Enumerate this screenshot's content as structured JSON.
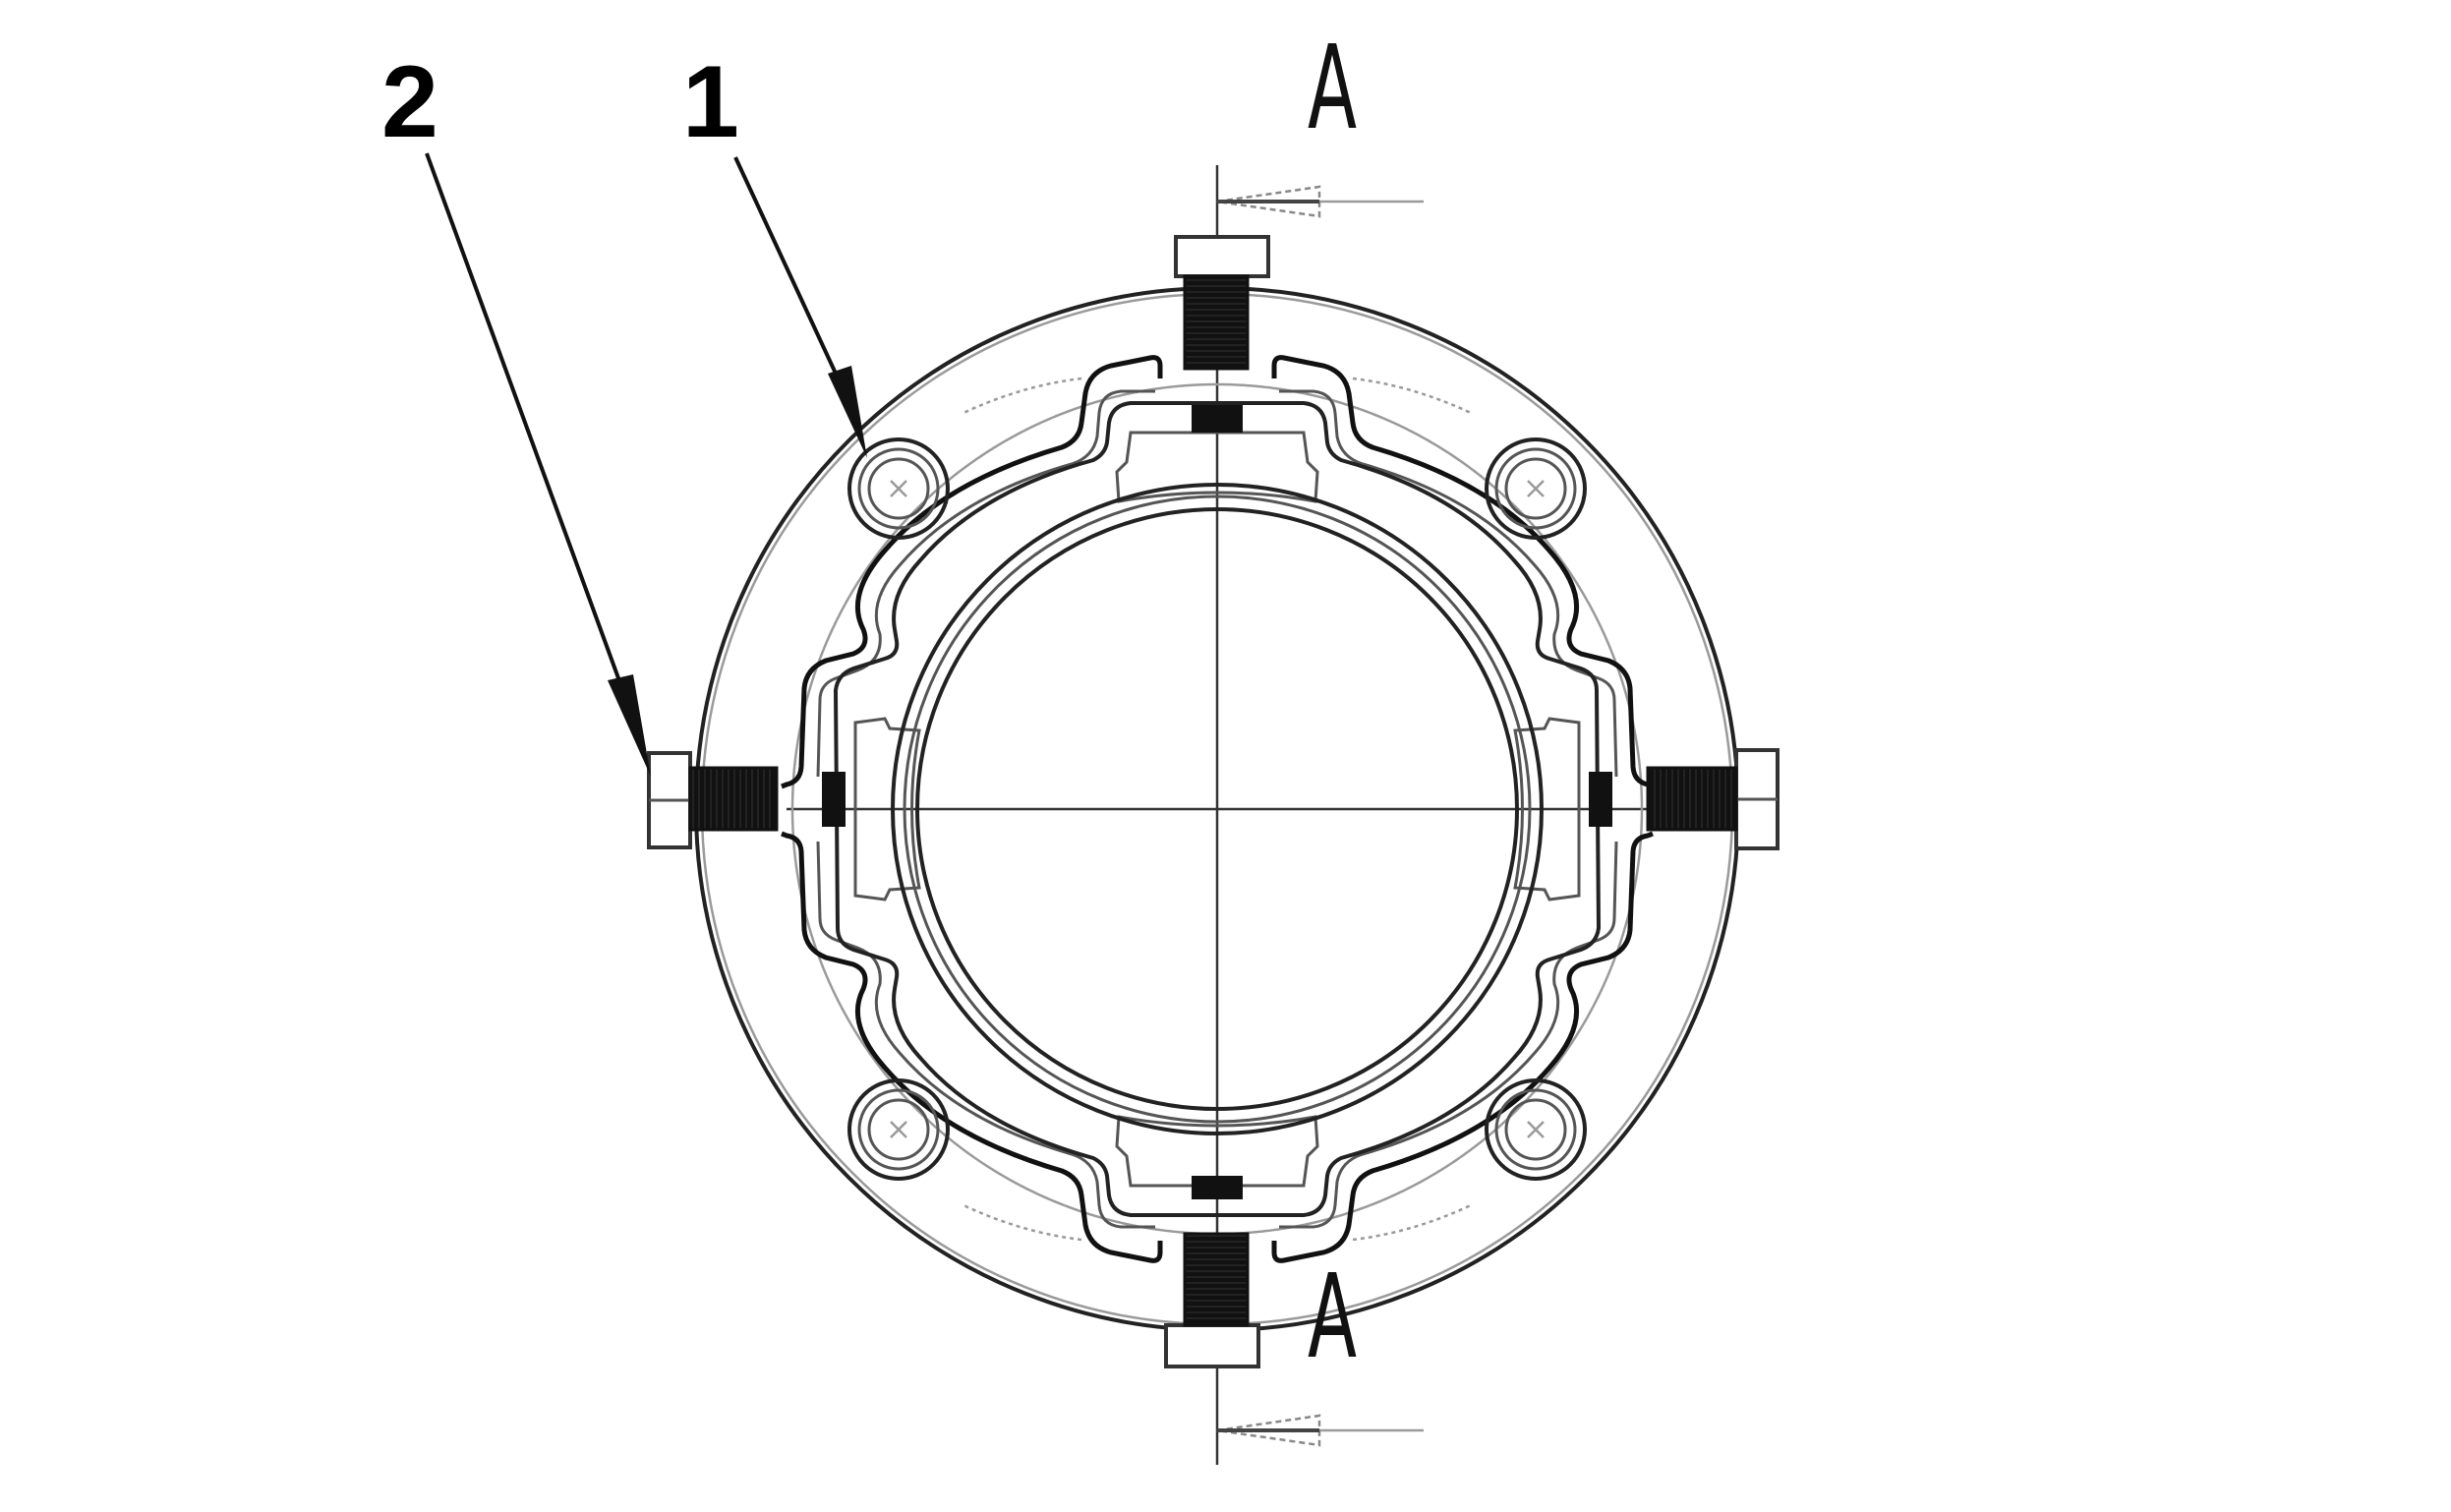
{
  "drawing": {
    "title": "Flange assembly front view with section marker",
    "callouts": [
      {
        "id": "1",
        "label": "1",
        "target": "flange bolt hole"
      },
      {
        "id": "2",
        "label": "2",
        "target": "radial set screw"
      }
    ],
    "section_marker": {
      "top_label": "A",
      "bottom_label": "A"
    },
    "colors": {
      "line": "#222222",
      "fill_dark": "#111111",
      "background": "#ffffff"
    }
  }
}
